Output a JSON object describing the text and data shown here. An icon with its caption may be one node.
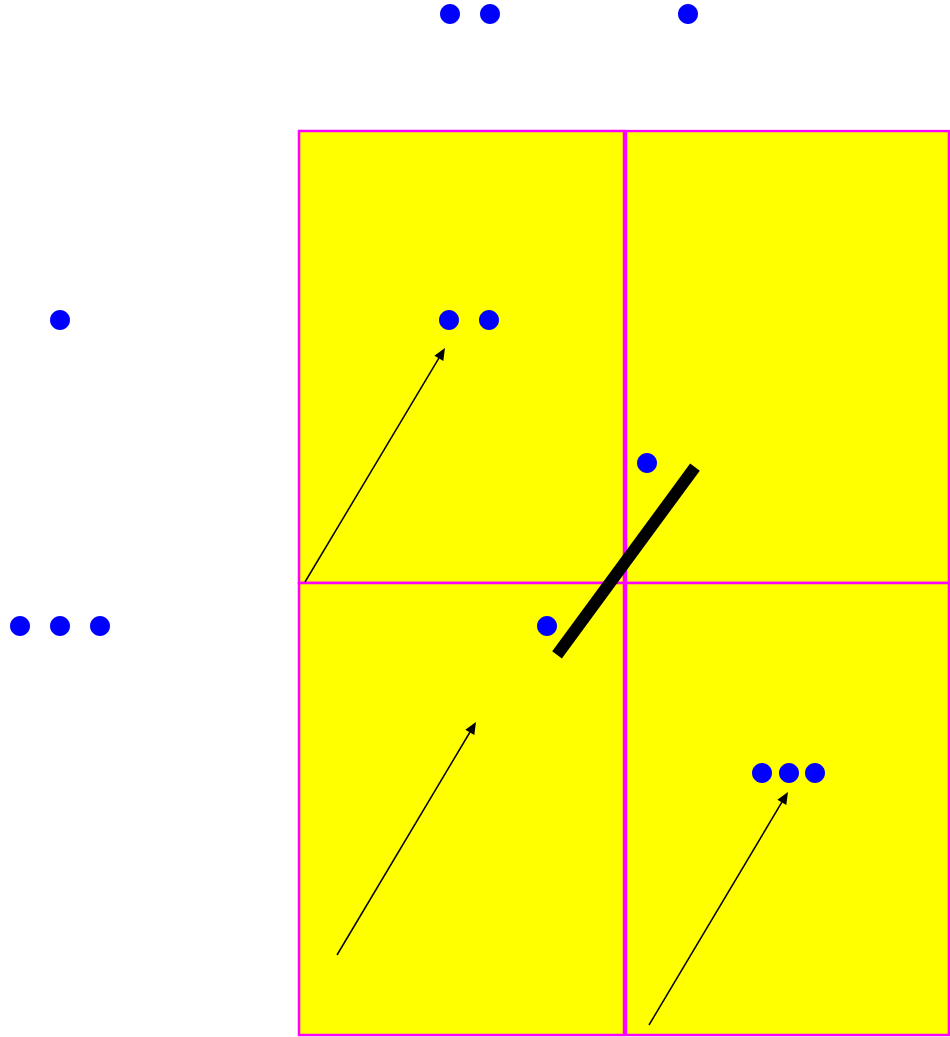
{
  "diagram": {
    "nodes": [
      {
        "text": [],
        "shape": "box"
      },
      {
        "text": [],
        "shape": "box"
      },
      {
        "text": [],
        "shape": "box"
      },
      {
        "text": [],
        "shape": "box"
      },
      {
        "text": [],
        "shape": "bar"
      }
    ]
  }
}
